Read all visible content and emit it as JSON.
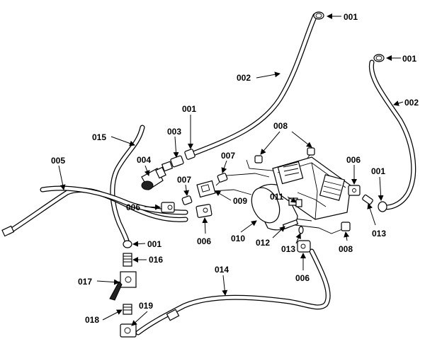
{
  "callouts": {
    "c001_top_center": "001",
    "c001_top_right": "001",
    "c002_center": "002",
    "c002_right": "002",
    "c001_mid": "001",
    "c003": "003",
    "c004": "004",
    "c008_top": "008",
    "c015": "015",
    "c007_left": "007",
    "c007_right": "007",
    "c006_right": "006",
    "c001_right_mid": "001",
    "c005": "005",
    "c011": "011",
    "c009": "009",
    "c006_left": "006",
    "c010": "010",
    "c006_mid": "006",
    "c012": "012",
    "c013_mid": "013",
    "c013_right": "013",
    "c008_right": "008",
    "c001_lower": "001",
    "c016": "016",
    "c006_lower": "006",
    "c014": "014",
    "c017": "017",
    "c018": "018",
    "c019": "019"
  }
}
